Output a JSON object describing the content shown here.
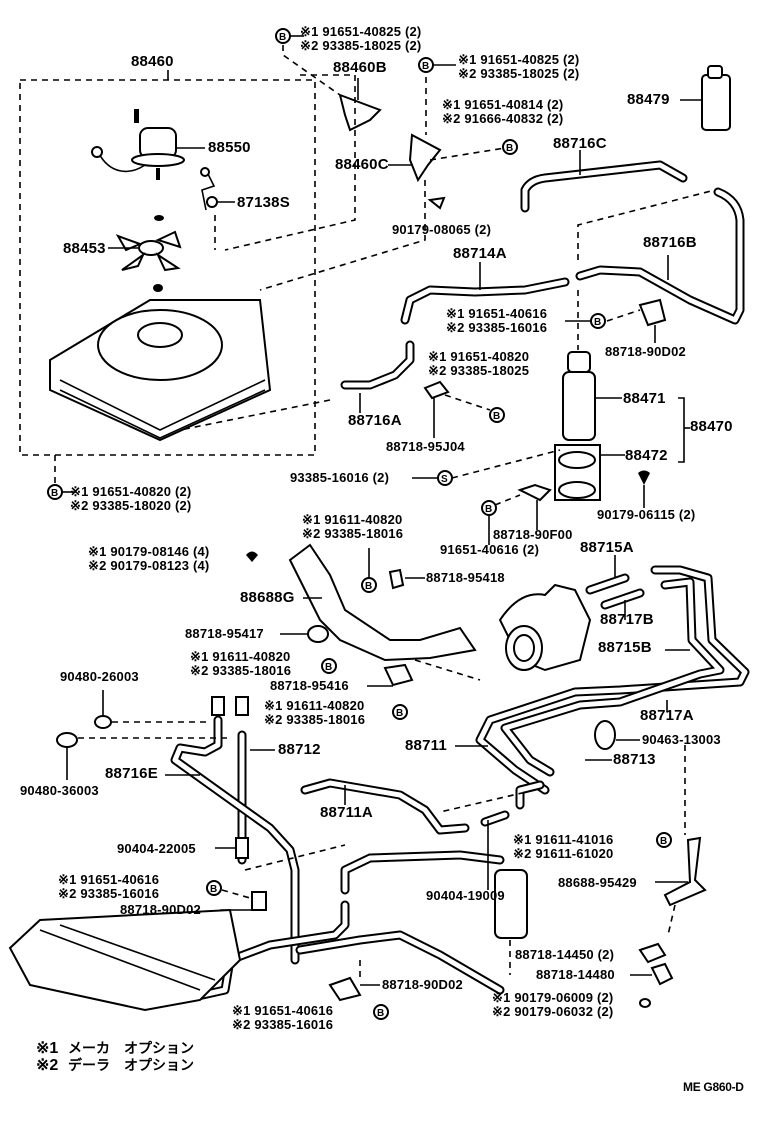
{
  "diagram": {
    "drawing_code": "ME G860-D",
    "legend": [
      {
        "marker": "※1",
        "text": "メーカ　オプション"
      },
      {
        "marker": "※2",
        "text": "デーラ　オプション"
      }
    ],
    "symbols": {
      "bolt_marker": "B",
      "screw_marker": "S"
    },
    "labels": {
      "p88460": "88460",
      "p88550": "88550",
      "p87138S": "87138S",
      "p88453": "88453",
      "p88460B": "88460B",
      "p88460C": "88460C",
      "p88479": "88479",
      "p88716C": "88716C",
      "p88716B": "88716B",
      "p88714A": "88714A",
      "p88716A": "88716A",
      "p88471": "88471",
      "p88470": "88470",
      "p88472": "88472",
      "p90179_08065": "90179-08065 (2)",
      "p88718_90D02_top": "88718-90D02",
      "p88718_95J04": "88718-95J04",
      "p93385_16016_2": "93385-16016 (2)",
      "p88718_90F00": "88718-90F00",
      "p91651_40616_2": "91651-40616 (2)",
      "p90179_06115": "90179-06115 (2)",
      "p88715A": "88715A",
      "p88717B": "88717B",
      "p88715B": "88715B",
      "p88717A": "88717A",
      "p90463_13003": "90463-13003",
      "p88713": "88713",
      "p88711": "88711",
      "p88711A": "88711A",
      "p88712": "88712",
      "p88716E": "88716E",
      "p90480_26003": "90480-26003",
      "p90480_36003": "90480-36003",
      "p88688G": "88688G",
      "p88718_95418": "88718-95418",
      "p88718_95417": "88718-95417",
      "p88718_95416": "88718-95416",
      "p90404_22005": "90404-22005",
      "p88718_90D02_left": "88718-90D02",
      "p90404_19009": "90404-19009",
      "p88688_95429": "88688-95429",
      "p88718_14450": "88718-14450 (2)",
      "p88718_14480": "88718-14480",
      "p88718_90D02_bottom": "88718-90D02"
    },
    "option_pairs": {
      "top_88460B": {
        "opt1": "※1 91651-40825 (2)",
        "opt2": "※2 93385-18025 (2)"
      },
      "top_right": {
        "opt1": "※1 91651-40825 (2)",
        "opt2": "※2 93385-18025 (2)"
      },
      "bracket_c": {
        "opt1": "※1 91651-40814 (2)",
        "opt2": "※2 91666-40832 (2)"
      },
      "receiver_top": {
        "opt1": "※1 91651-40616",
        "opt2": "※2 93385-16016"
      },
      "clamp_95J04": {
        "opt1": "※1 91651-40820",
        "opt2": "※2 93385-18025"
      },
      "condenser_bottom": {
        "opt1": "※1 91651-40820 (2)",
        "opt2": "※2 93385-18020 (2)"
      },
      "nut_left": {
        "opt1": "※1 90179-08146 (4)",
        "opt2": "※2 90179-08123 (4)"
      },
      "bracket_g_top": {
        "opt1": "※1 91611-40820",
        "opt2": "※2 93385-18016"
      },
      "clamp_95417": {
        "opt1": "※1 91611-40820",
        "opt2": "※2 93385-18016"
      },
      "clamp_95416": {
        "opt1": "※1 91611-40820",
        "opt2": "※2 93385-18016"
      },
      "bracket_95429": {
        "opt1": "※1 91611-41016",
        "opt2": "※2 91611-61020"
      },
      "clamp_90D02_left": {
        "opt1": "※1 91651-40616",
        "opt2": "※2 93385-16016"
      },
      "nut_bottom": {
        "opt1": "※1 90179-06009 (2)",
        "opt2": "※2 90179-06032 (2)"
      },
      "clamp_90D02_bottom": {
        "opt1": "※1 91651-40616",
        "opt2": "※2 93385-16016"
      }
    }
  }
}
